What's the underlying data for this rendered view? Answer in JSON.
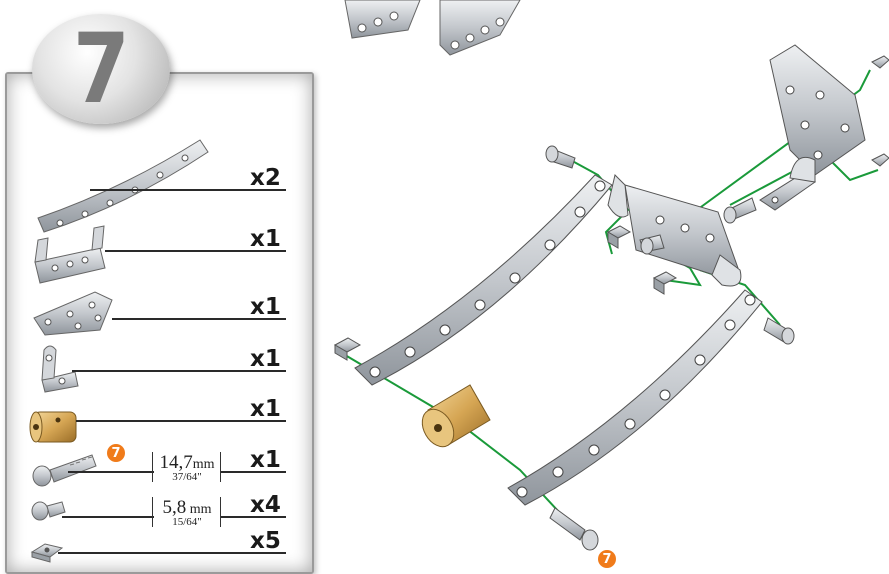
{
  "step": {
    "number": "7"
  },
  "parts": [
    {
      "name": "curved-strip",
      "qty": "x2"
    },
    {
      "name": "flanged-plate",
      "qty": "x1"
    },
    {
      "name": "triangular-plate",
      "qty": "x1"
    },
    {
      "name": "angle-bracket",
      "qty": "x1"
    },
    {
      "name": "coupling",
      "qty": "x1"
    },
    {
      "name": "long-screw",
      "qty": "x1",
      "dimension_mm": "14,7",
      "dimension_unit": "mm",
      "dimension_in": "37/64\""
    },
    {
      "name": "short-screw",
      "qty": "x4",
      "dimension_mm": "5,8",
      "dimension_unit": "mm",
      "dimension_in": "15/64\""
    },
    {
      "name": "square-nut",
      "qty": "x5"
    }
  ],
  "badges": {
    "panel_screw": "7",
    "assembly_screw": "7"
  },
  "colors": {
    "accent": "#f07b1a",
    "guide_line": "#1a9a3a",
    "metal": "#c9ccd0"
  }
}
